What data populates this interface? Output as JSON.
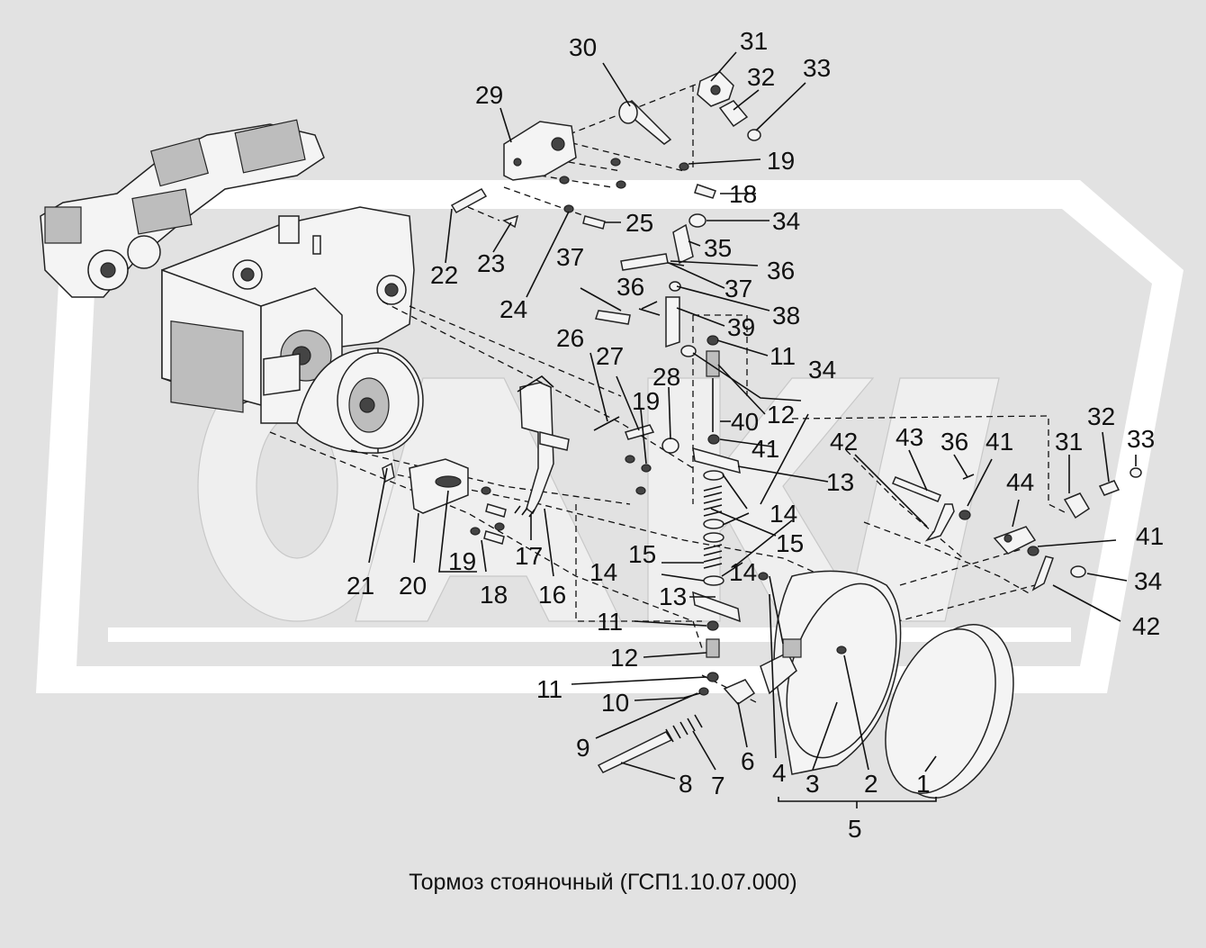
{
  "caption": "Тормоз стояночный (ГСП1.10.07.000)",
  "watermark": "ОАК",
  "colors": {
    "background": "#e2e2e2",
    "watermark_frame": "#ffffff",
    "watermark_letters": "#eeeeee",
    "line": "#111111"
  },
  "callouts": [
    "30",
    "31",
    "32",
    "33",
    "29",
    "19",
    "18",
    "25",
    "34",
    "22",
    "23",
    "24",
    "35",
    "36",
    "37",
    "37",
    "36",
    "38",
    "39",
    "11",
    "34",
    "26",
    "27",
    "19",
    "28",
    "12",
    "40",
    "41",
    "43",
    "36",
    "41",
    "42",
    "32",
    "33",
    "31",
    "44",
    "13",
    "14",
    "15",
    "21",
    "20",
    "19",
    "18",
    "17",
    "16",
    "15",
    "14",
    "14",
    "13",
    "11",
    "12",
    "11",
    "10",
    "9",
    "8",
    "7",
    "6",
    "4",
    "3",
    "2",
    "1",
    "5",
    "41",
    "34",
    "42"
  ]
}
